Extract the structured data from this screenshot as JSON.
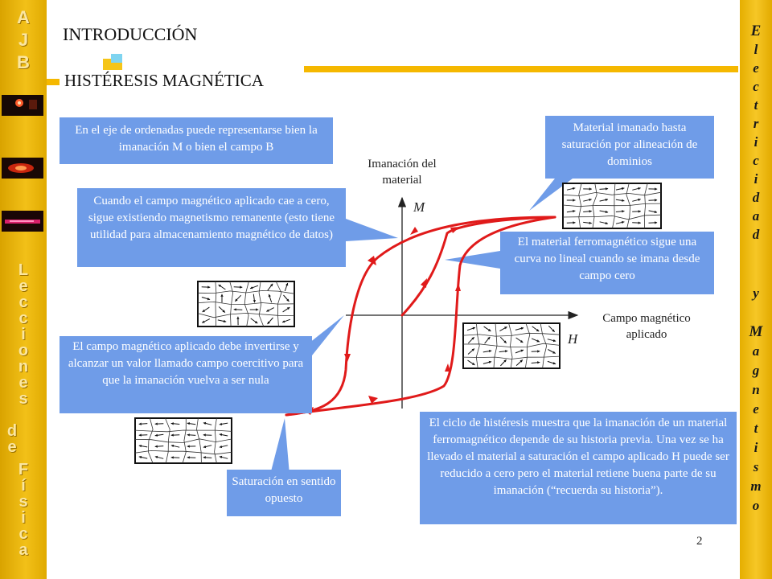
{
  "slide": {
    "title": "INTRODUCCIÓN",
    "subtitle": "HISTÉRESIS MAGNÉTICA",
    "page_number": "2"
  },
  "left_sidebar": {
    "logo": [
      "A",
      "J",
      "B"
    ],
    "series": [
      "L",
      "e",
      "c",
      "c",
      "i",
      "o",
      "n",
      "e",
      "s"
    ],
    "connector": [
      "d",
      "e"
    ],
    "subject": [
      "F",
      "í",
      "s",
      "i",
      "c",
      "a"
    ]
  },
  "right_sidebar": {
    "word1": [
      "E",
      "l",
      "e",
      "c",
      "t",
      "r",
      "i",
      "c",
      "i",
      "d",
      "a",
      "d"
    ],
    "connector": [
      "y"
    ],
    "word2": [
      "M",
      "a",
      "g",
      "n",
      "e",
      "t",
      "i",
      "s",
      "m",
      "o"
    ]
  },
  "diagram": {
    "y_axis_title": "Imanación del material",
    "y_axis_symbol": "M",
    "x_axis_title": "Campo magnético aplicado",
    "x_axis_symbol": "H",
    "curve_color": "#e01a1a",
    "callout_color": "#6f9ce8"
  },
  "callouts": {
    "axis_note": "En el eje de ordenadas puede representarse bien la imanación M o bien el campo B",
    "remanence": "Cuando el campo magnético aplicado cae a cero, sigue existiendo magnetismo remanente (esto tiene utilidad para almacenamiento magnético de datos)",
    "saturation": "Material imanado hasta saturación por alineación de dominios",
    "initial_curve": "El material ferromagnético sigue una curva no lineal cuando se imana desde campo cero",
    "coercive": "El campo magnético aplicado debe invertirse y alcanzar un valor llamado campo coercitivo para que la imanación vuelva a ser nula",
    "opposite_saturation": "Saturación en sentido opuesto",
    "summary": "El ciclo de histéresis muestra que la imanación de un material ferromagnético depende de su historia previa. Una vez se ha llevado el material a saturación el campo aplicado H puede ser reducido a cero pero el material retiene buena parte de su imanación (“recuerda su historia”)."
  }
}
